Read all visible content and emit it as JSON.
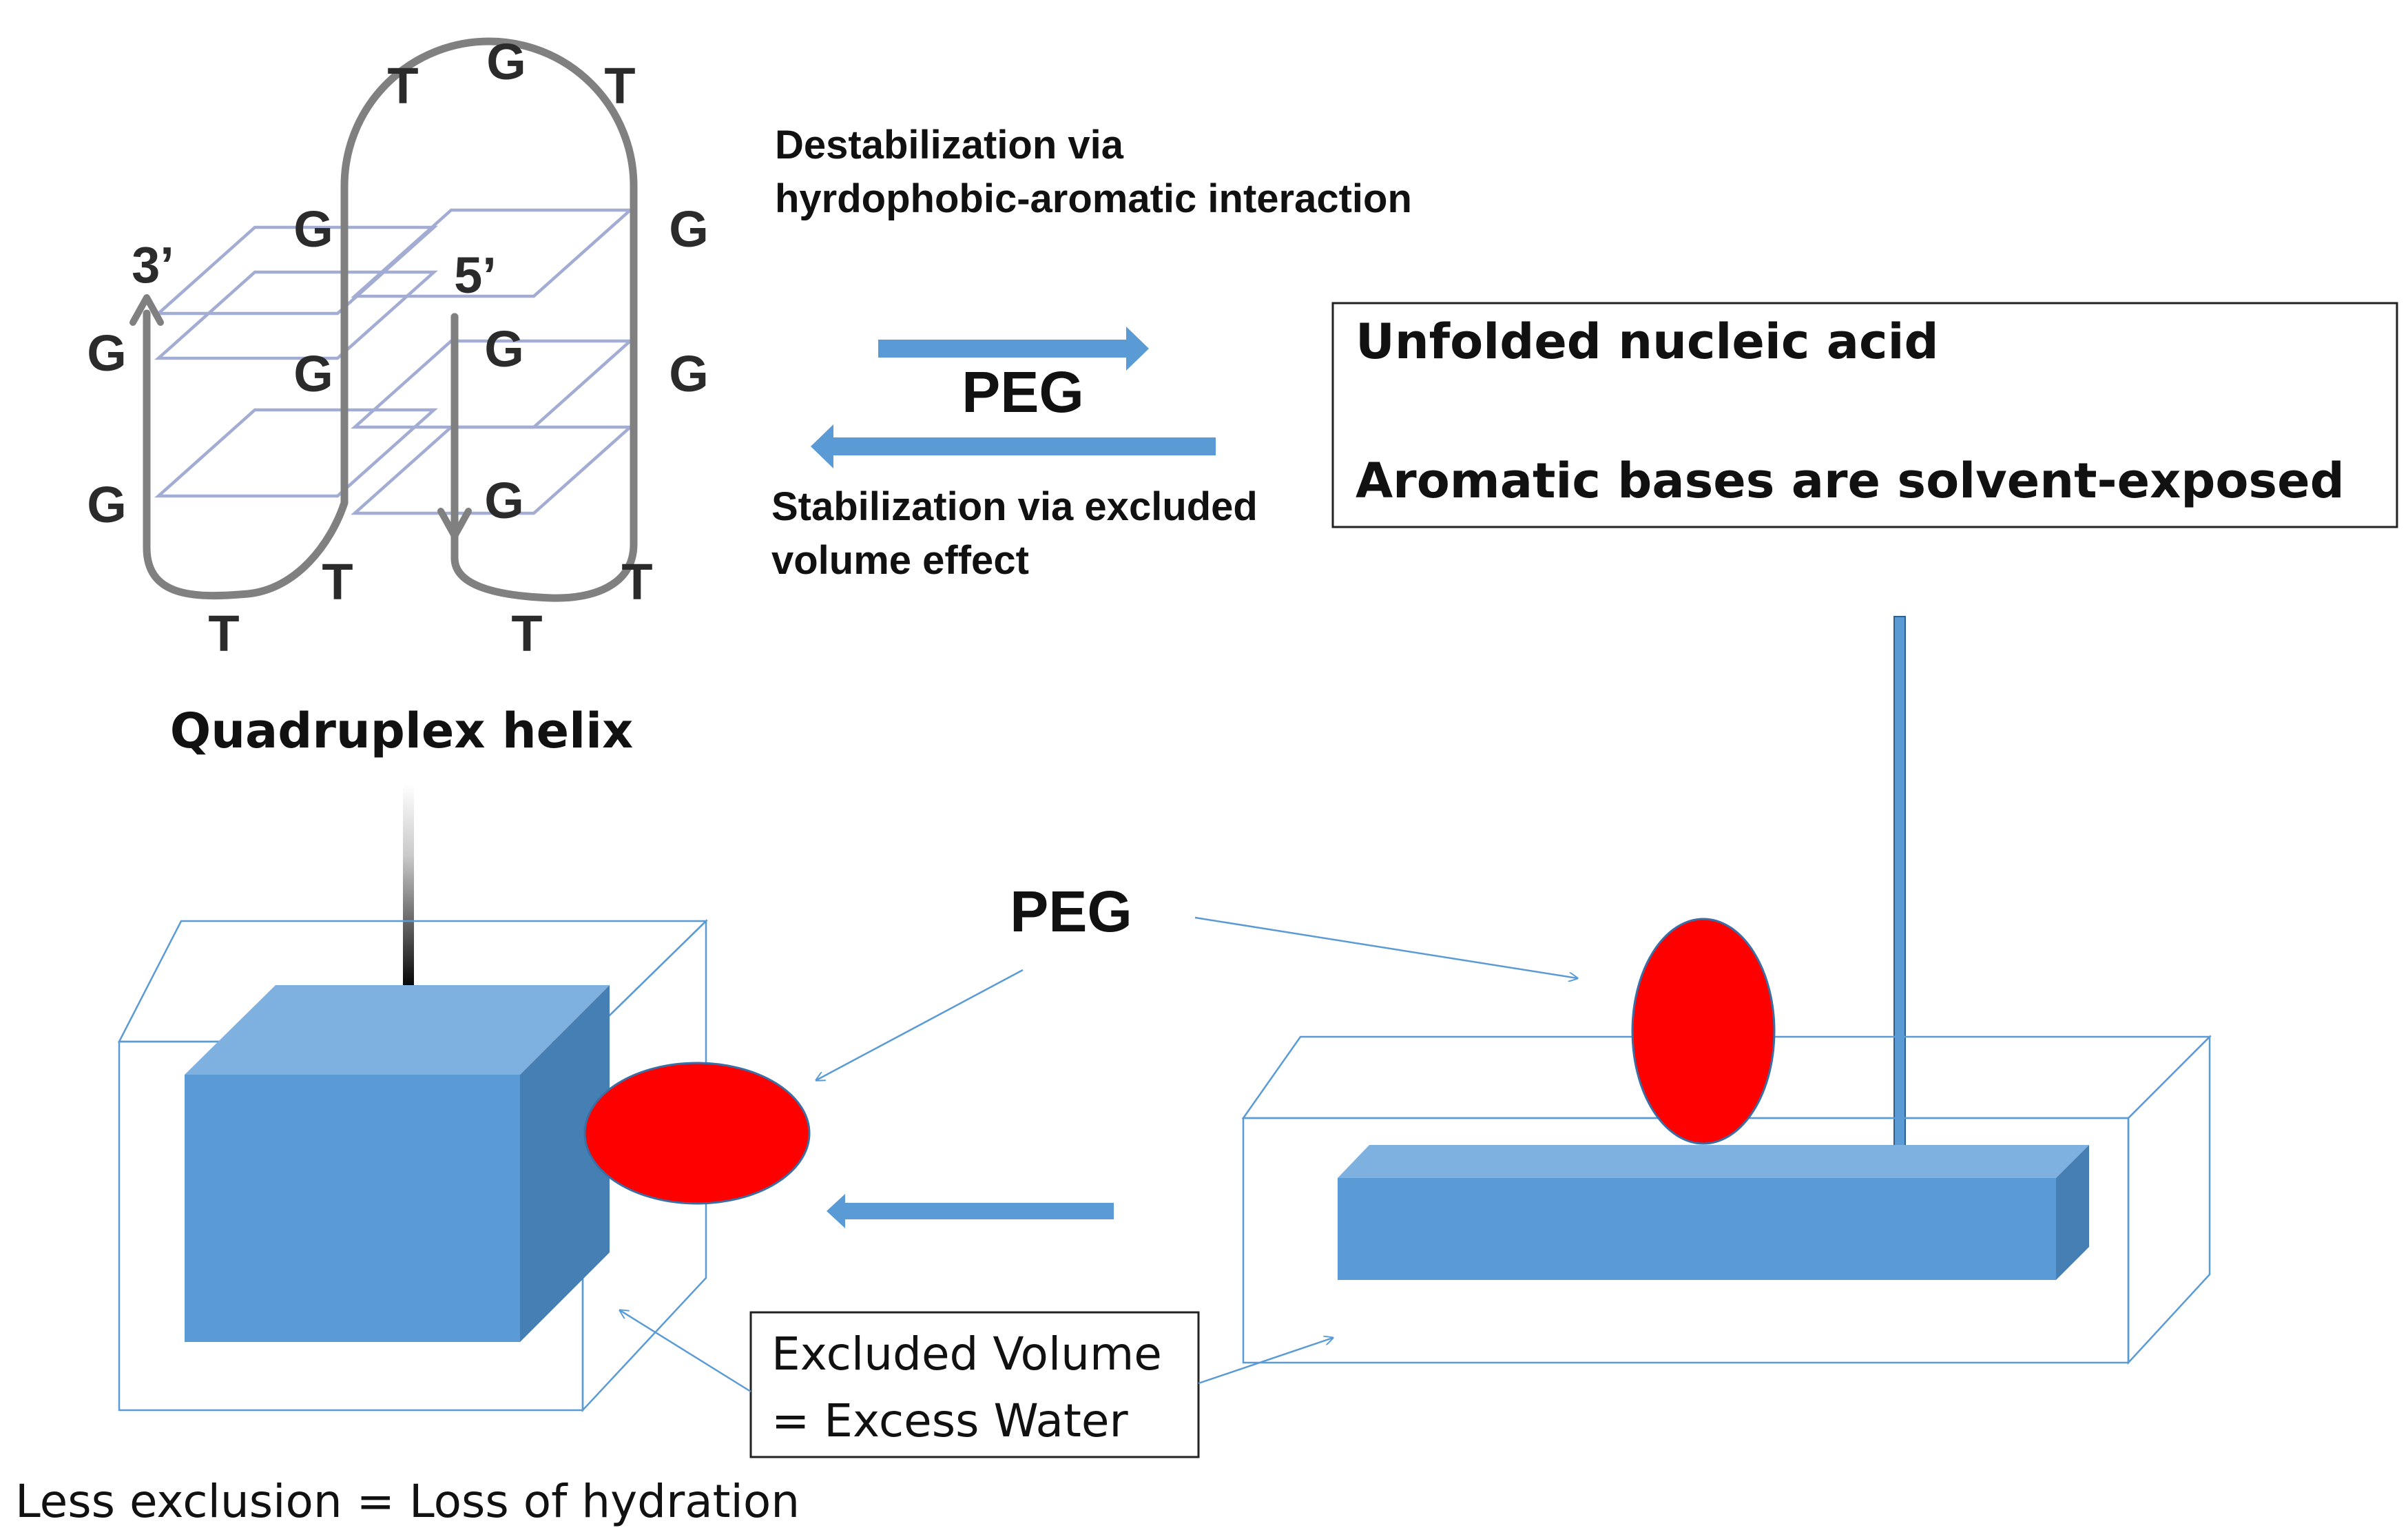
{
  "title": "",
  "quadruplex": {
    "loop_top": [
      "T",
      "G",
      "T"
    ],
    "stack_bases": [
      "G",
      "G",
      "G",
      "G",
      "G",
      "G",
      "G",
      "G"
    ],
    "loop_bottom_left": [
      "T",
      "T"
    ],
    "loop_bottom_right": [
      "T",
      "T"
    ],
    "end_3": "3’",
    "end_5": "5’",
    "caption": "Quadruplex helix"
  },
  "equilibrium": {
    "agent": "PEG",
    "forward_label_line1": "Destabilization via",
    "forward_label_line2": "hyrdophobic-aromatic interaction",
    "reverse_label_line1": "Stabilization via excluded",
    "reverse_label_line2": "volume effect"
  },
  "unfolded_box": {
    "line1": "Unfolded nucleic acid",
    "line2": "Aromatic bases are solvent-exposed"
  },
  "bottom": {
    "peg_label": "PEG",
    "excluded_box_line1": "Excluded Volume",
    "excluded_box_line2": "= Excess Water",
    "footer": "Less exclusion = Loss of hydration"
  },
  "colors": {
    "arrow_blue": "#5b9bd5",
    "block_front": "#5b9bd5",
    "block_top": "#7eb0e0",
    "block_side": "#467fb4",
    "peg_red": "#ff0000",
    "strand_gray": "#808080",
    "plane_lavender": "#a3acd2"
  }
}
